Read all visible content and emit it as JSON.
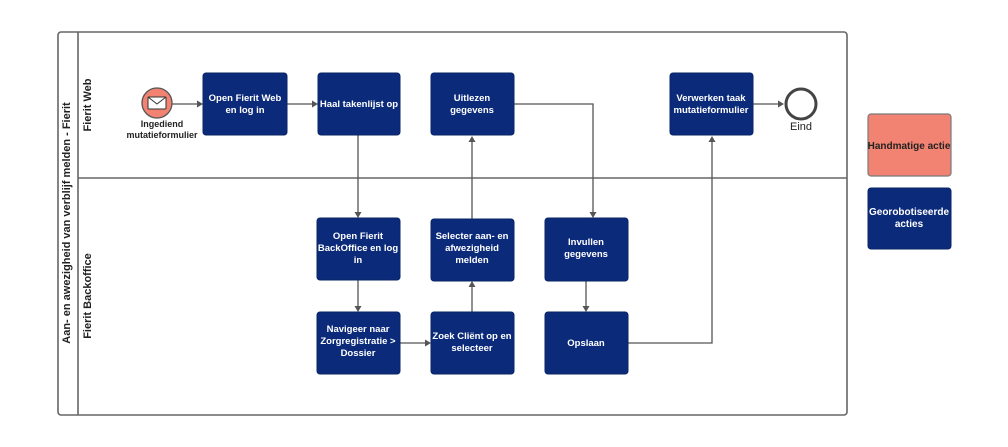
{
  "pool": {
    "title": "Aan- en awezigheid van verblijf melden - Fierit"
  },
  "lanes": [
    {
      "id": "fierit-web",
      "label": "Fierit Web"
    },
    {
      "id": "fierit-backoffice",
      "label": "Fierit Backoffice"
    }
  ],
  "start_event": {
    "lines": [
      "Ingediend",
      "mutatieformulier"
    ],
    "icon": "envelope-icon",
    "color": "#f28372"
  },
  "end_event": {
    "label": "Eind"
  },
  "tasks": {
    "open_web": {
      "lines": [
        "Open Fierit Web",
        "en log in"
      ]
    },
    "haal_takenlijst": {
      "lines": [
        "Haal takenlijst op"
      ]
    },
    "uitlezen": {
      "lines": [
        "Uitlezen",
        "gegevens"
      ]
    },
    "verwerken": {
      "lines": [
        "Verwerken taak",
        "mutatieformulier"
      ]
    },
    "open_backoffice": {
      "lines": [
        "Open Fierit",
        "BackOffice en log",
        "in"
      ]
    },
    "selecteer_melden": {
      "lines": [
        "Selecter aan- en",
        "afwezigheid",
        "melden"
      ]
    },
    "invullen": {
      "lines": [
        "Invullen",
        "gegevens"
      ]
    },
    "navigeer": {
      "lines": [
        "Navigeer naar",
        "Zorgregistratie >",
        "Dossier"
      ]
    },
    "zoek_client": {
      "lines": [
        "Zoek Cliënt op en",
        "selecteer"
      ]
    },
    "opslaan": {
      "lines": [
        "Opslaan"
      ]
    }
  },
  "legend": [
    {
      "lines": [
        "Handmatige actie"
      ],
      "color": "#f28372"
    },
    {
      "lines": [
        "Georobotiseerde",
        "acties"
      ],
      "color": "#0b2a7a"
    }
  ]
}
